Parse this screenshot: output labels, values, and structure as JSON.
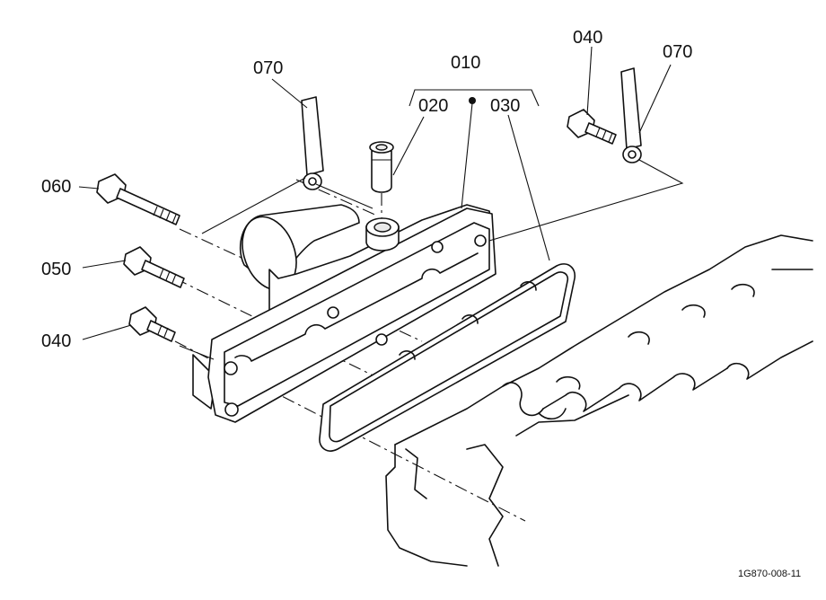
{
  "labels": {
    "p010": "010",
    "p020": "020",
    "p030": "030",
    "p040_left": "040",
    "p040_right": "040",
    "p050": "050",
    "p060": "060",
    "p070_left": "070",
    "p070_right": "070"
  },
  "reference_code": "1G870-008-11"
}
